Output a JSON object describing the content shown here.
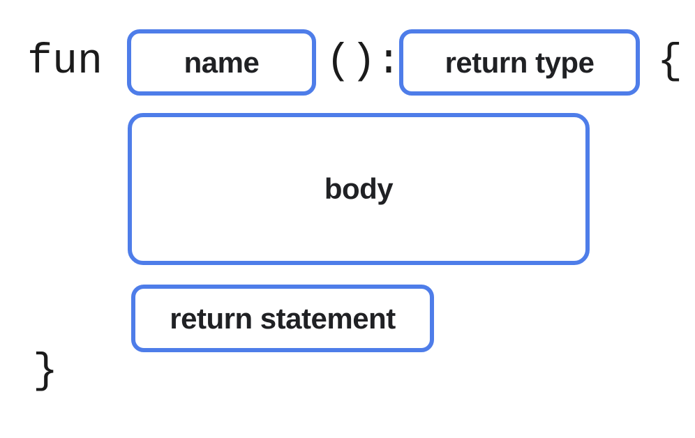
{
  "diagram": {
    "title": "function-declaration-anatomy",
    "colors": {
      "background": "#ffffff",
      "slot_border": "#4e7de9",
      "label_text": "#202124",
      "code_text": "#1b1b1b"
    },
    "code_tokens": {
      "keyword": "fun",
      "parentheses": "()",
      "colon": ":",
      "open_brace": "{",
      "close_brace": "}"
    },
    "slots": {
      "name": {
        "label": "name"
      },
      "return_type": {
        "label": "return type"
      },
      "body": {
        "label": "body"
      },
      "return_statement": {
        "label": "return statement"
      }
    }
  }
}
